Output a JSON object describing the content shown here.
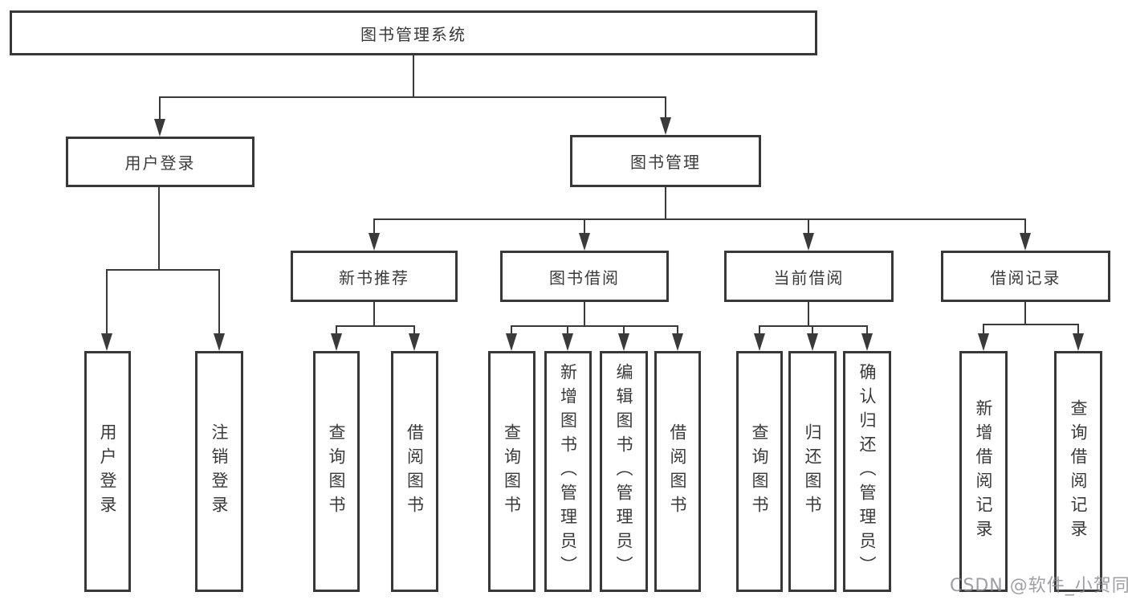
{
  "diagram": {
    "root": "图书管理系统",
    "level2": [
      "用户登录",
      "图书管理"
    ],
    "level3": [
      "新书推荐",
      "图书借阅",
      "当前借阅",
      "借阅记录"
    ],
    "leaves": [
      [
        "用户登录",
        "注销登录"
      ],
      [
        "查询图书",
        "借阅图书"
      ],
      [
        "查询图书",
        "新增图书（管理员）",
        "编辑图书（管理员）",
        "借阅图书"
      ],
      [
        "查询图书",
        "归还图书",
        "确认归还（管理员）"
      ],
      [
        "新增借阅记录",
        "查询借阅记录"
      ]
    ],
    "watermark": "CSDN @软件_小贺同学",
    "colors": {
      "line": "#3a3a3a",
      "border": "#383838",
      "text": "#3a3a3a",
      "background": "#ffffff",
      "watermark_text": "#87878c"
    }
  }
}
